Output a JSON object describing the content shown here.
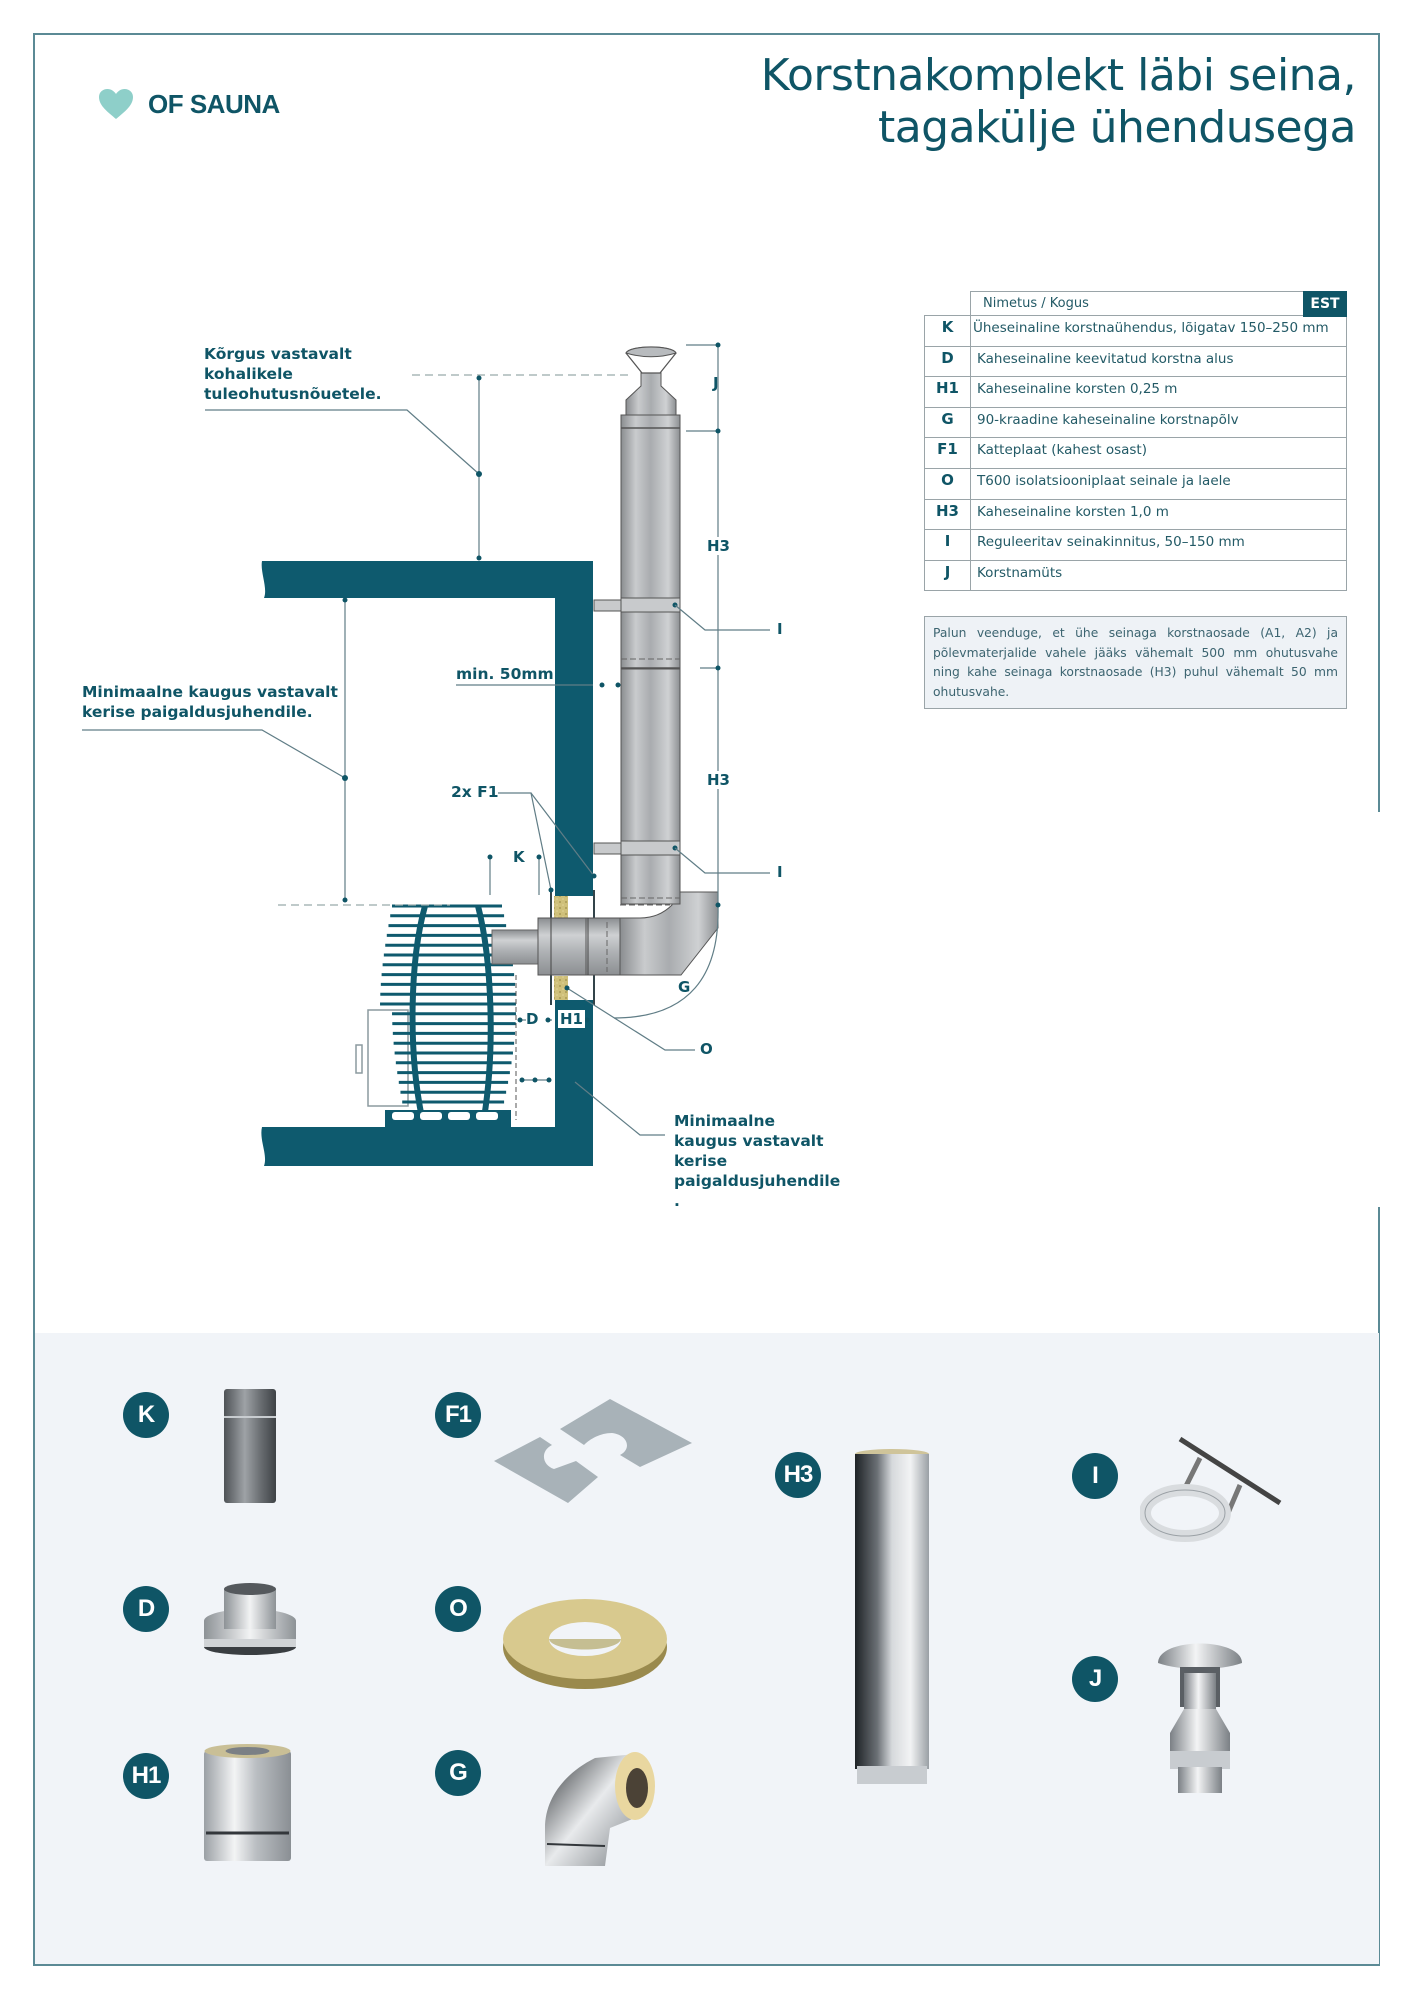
{
  "brand": {
    "name": "OF SAUNA",
    "icon": "heart-icon",
    "icon_color": "#8ecfc9"
  },
  "title": {
    "line1": "Korstnakomplekt läbi seina,",
    "line2": "tagakülje ühendusega"
  },
  "colors": {
    "accent": "#0f5566",
    "wall": "#0e5a6e",
    "frame": "#5b8a95",
    "gallery_bg": "#f1f4f8",
    "insulation": "#cfc07a"
  },
  "parts_table": {
    "header_label": "Nimetus / Kogus",
    "language_badge": "EST",
    "rows": [
      {
        "code": "K",
        "name": "Üheseinaline korstnaühendus, lõigatav 150–250 mm"
      },
      {
        "code": "D",
        "name": "Kaheseinaline keevitatud korstna alus"
      },
      {
        "code": "H1",
        "name": "Kaheseinaline korsten 0,25 m"
      },
      {
        "code": "G",
        "name": "90-kraadine kaheseinaline korstnapõlv"
      },
      {
        "code": "F1",
        "name": "Katteplaat (kahest osast)"
      },
      {
        "code": "O",
        "name": "T600 isolatsiooniplaat seinale ja laele"
      },
      {
        "code": "H3",
        "name": "Kaheseinaline korsten 1,0 m"
      },
      {
        "code": "I",
        "name": "Reguleeritav seinakinnitus, 50–150 mm"
      },
      {
        "code": "J",
        "name": "Korstnamüts"
      }
    ]
  },
  "note": "Palun veenduge, et ühe seinaga korstnaosade (A1, A2) ja põlevmaterjalide vahele jääks vähemalt 500 mm ohutusvahe ning kahe seinaga korstnaosade (H3) puhul vähemalt 50 mm ohutusvahe.",
  "diagram": {
    "label_height": [
      "Kõrgus vastavalt",
      "kohalikele",
      "tuleohutusnõuetele."
    ],
    "label_min_dist_top": [
      "Minimaalne kaugus vastavalt",
      "kerise paigaldusjuhendile."
    ],
    "label_min_dist_bottom": [
      "Minimaalne",
      "kaugus vastavalt",
      "kerise",
      "paigaldusjuhendile",
      "."
    ],
    "label_min_50": "min. 50mm",
    "label_2xF1": "2x F1",
    "callouts": {
      "J": "J",
      "H3_top": "H3",
      "H3_bottom": "H3",
      "I_top": "I",
      "I_bottom": "I",
      "K": "K",
      "D": "D",
      "H1": "H1",
      "G": "G",
      "O": "O"
    }
  },
  "gallery": [
    {
      "code": "K",
      "item": "single-wall-connector-pipe"
    },
    {
      "code": "F1",
      "item": "two-piece-cover-plate"
    },
    {
      "code": "H3",
      "item": "double-wall-chimney-1m"
    },
    {
      "code": "I",
      "item": "adjustable-wall-bracket"
    },
    {
      "code": "D",
      "item": "welded-chimney-base"
    },
    {
      "code": "O",
      "item": "insulation-ring"
    },
    {
      "code": "J",
      "item": "chimney-cap"
    },
    {
      "code": "H1",
      "item": "double-wall-chimney-025m"
    },
    {
      "code": "G",
      "item": "90-degree-elbow"
    }
  ]
}
